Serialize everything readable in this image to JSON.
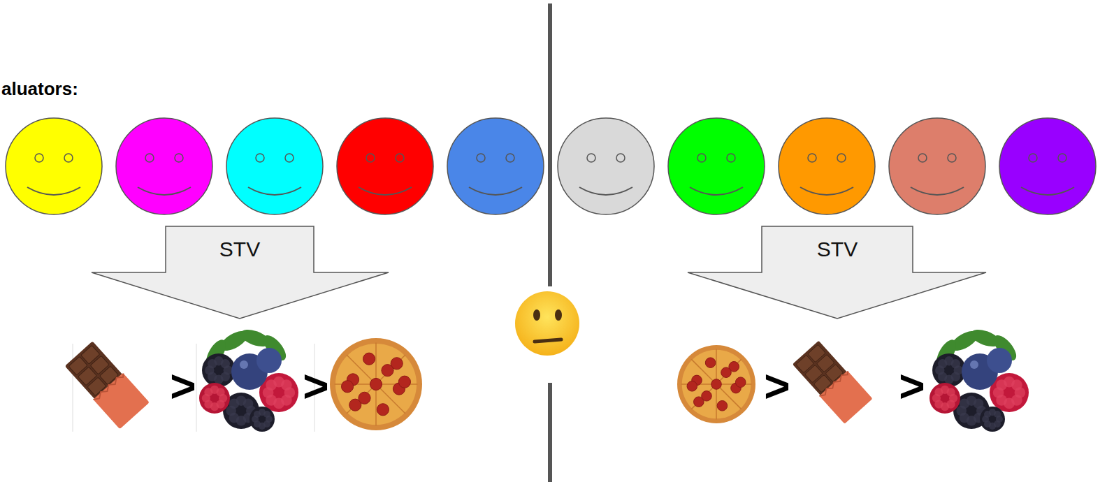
{
  "diagram": {
    "nodes": [
      {
        "text": [
          "STV"
        ]
      },
      {
        "text": [
          "STV"
        ]
      }
    ],
    "labels": [
      "aluators:",
      ">",
      ">",
      ">",
      ">"
    ]
  }
}
